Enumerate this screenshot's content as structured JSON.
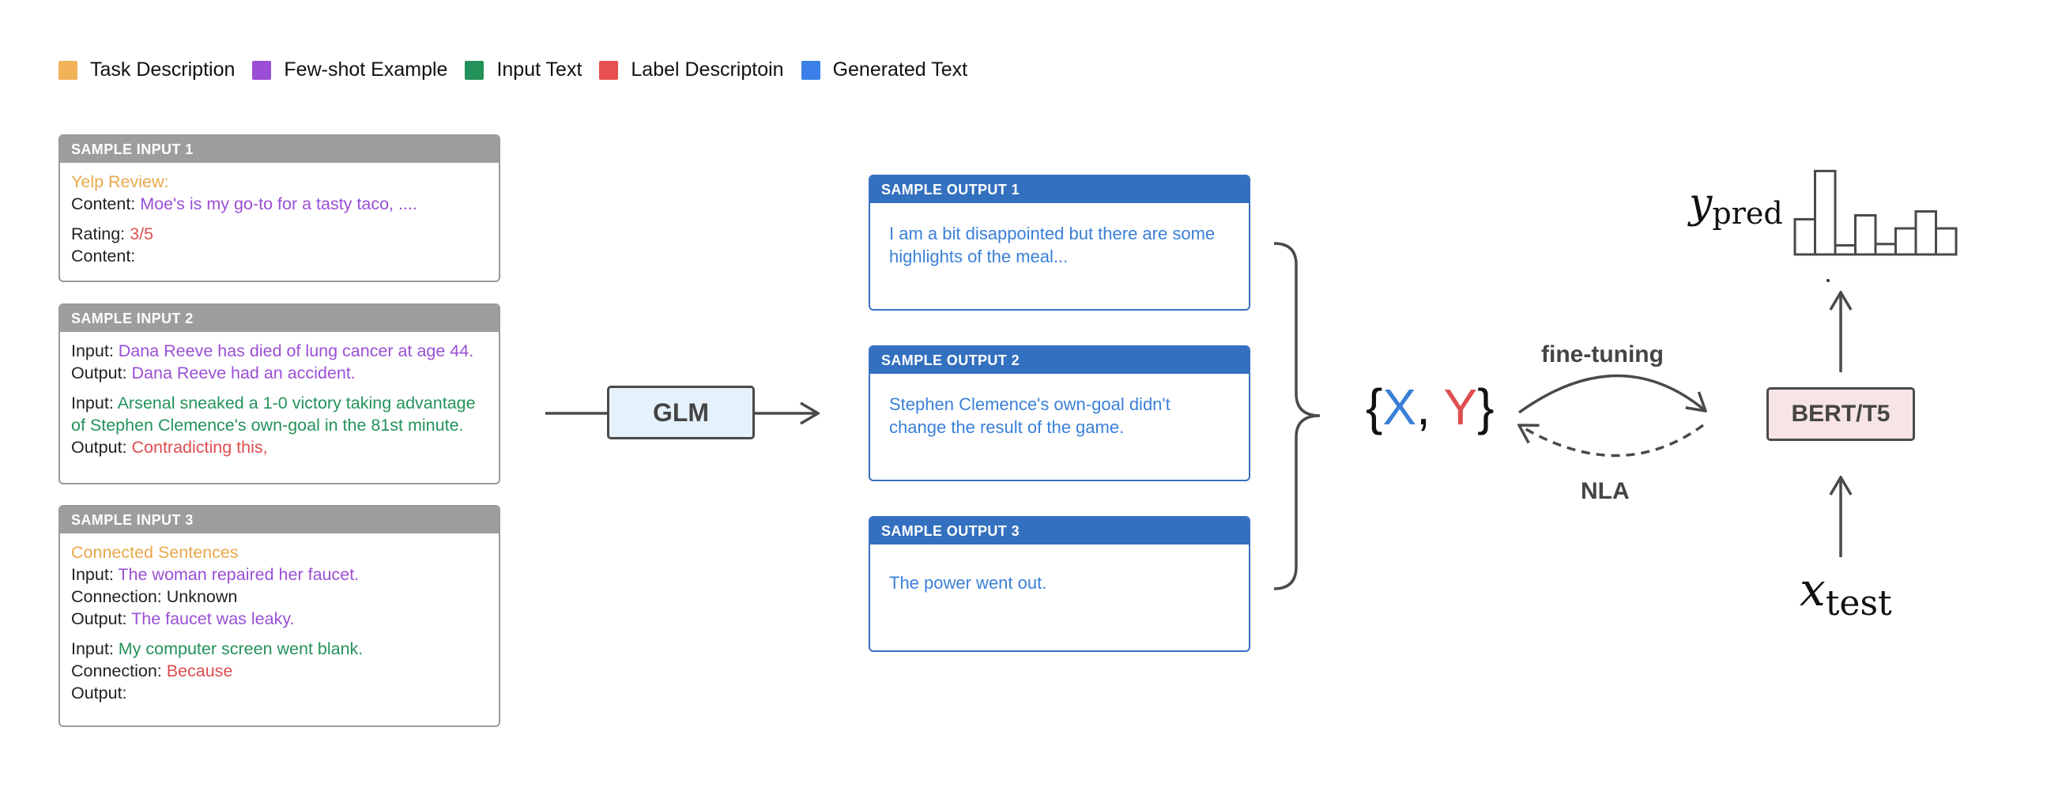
{
  "legend": [
    {
      "label": "Task Description",
      "color": "#f2b25a"
    },
    {
      "label": "Few-shot Example",
      "color": "#9a4fd6"
    },
    {
      "label": "Input Text",
      "color": "#23925a"
    },
    {
      "label": "Label Descriptoin",
      "color": "#e8504f"
    },
    {
      "label": "Generated Text",
      "color": "#3a80e8"
    }
  ],
  "inputs": {
    "s1": {
      "title": "SAMPLE INPUT 1",
      "l1": "Yelp Review:",
      "l2_label": "Content: ",
      "l2_value": "Moe's is my go-to for a tasty taco, ....",
      "l3_label": "Rating: ",
      "l3_value": "3/5",
      "l4_label": "Content:"
    },
    "s2": {
      "title": "SAMPLE INPUT 2",
      "l1_label": "Input: ",
      "l1_value": "Dana Reeve has died of lung cancer at age 44.",
      "l2_label": "Output: ",
      "l2_value": "Dana Reeve had an accident.",
      "l3_label": "Input: ",
      "l3_value": "Arsenal sneaked a 1-0 victory taking advantage",
      "l4_value": "of Stephen Clemence's own-goal in the 81st minute.",
      "l5_label": "Output: ",
      "l5_value": "Contradicting this,"
    },
    "s3": {
      "title": "SAMPLE INPUT 3",
      "l1": "Connected Sentences",
      "l2_label": "Input: ",
      "l2_value": "The woman repaired her faucet.",
      "l3": "Connection: Unknown",
      "l4_label": "Output: ",
      "l4_value": "The faucet was leaky.",
      "l5_label": "Input: ",
      "l5_value": "My computer screen went blank.",
      "l6_label": "Connection: ",
      "l6_value": "Because",
      "l7_label": "Output:"
    }
  },
  "outputs": {
    "o1": {
      "title": "SAMPLE OUTPUT 1",
      "line1": "I am a bit disappointed but there are some",
      "line2": "highlights of the meal..."
    },
    "o2": {
      "title": "SAMPLE OUTPUT 2",
      "line1": "Stephen Clemence's own-goal didn't",
      "line2": "change the result of the game."
    },
    "o3": {
      "title": "SAMPLE OUTPUT 3",
      "line1": "The power went out."
    }
  },
  "diagram": {
    "glm": "GLM",
    "xy_open": "{",
    "x": "X",
    "comma": ", ",
    "y": "Y",
    "xy_close": "}",
    "fine_tuning": "fine-tuning",
    "nla": "NLA",
    "bert": "BERT/T5",
    "ypred_main": "y",
    "ypred_sub": "pred",
    "xtest_main": "x",
    "xtest_sub": "test",
    "histogram_bars": [
      0.27,
      0.64,
      0.07,
      0.3,
      0.08,
      0.2,
      0.33,
      0.2
    ]
  }
}
